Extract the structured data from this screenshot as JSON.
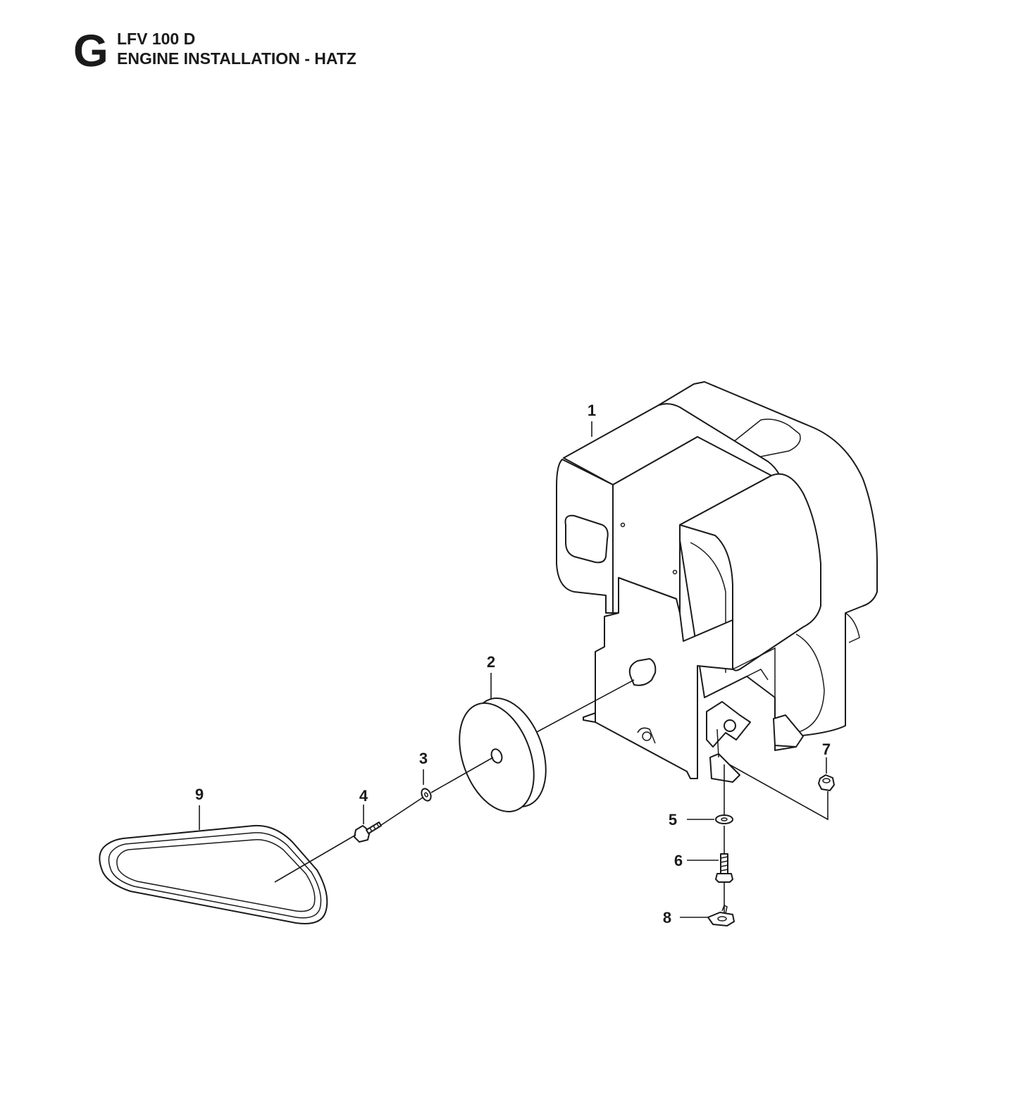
{
  "header": {
    "section_letter": "G",
    "model": "LFV 100 D",
    "title": "ENGINE INSTALLATION - HATZ"
  },
  "callouts": [
    {
      "number": "1",
      "part": "engine"
    },
    {
      "number": "2",
      "part": "pulley"
    },
    {
      "number": "3",
      "part": "washer"
    },
    {
      "number": "4",
      "part": "screw"
    },
    {
      "number": "5",
      "part": "washer"
    },
    {
      "number": "6",
      "part": "screw"
    },
    {
      "number": "7",
      "part": "nut"
    },
    {
      "number": "8",
      "part": "lock-washer"
    },
    {
      "number": "9",
      "part": "v-belt"
    }
  ]
}
